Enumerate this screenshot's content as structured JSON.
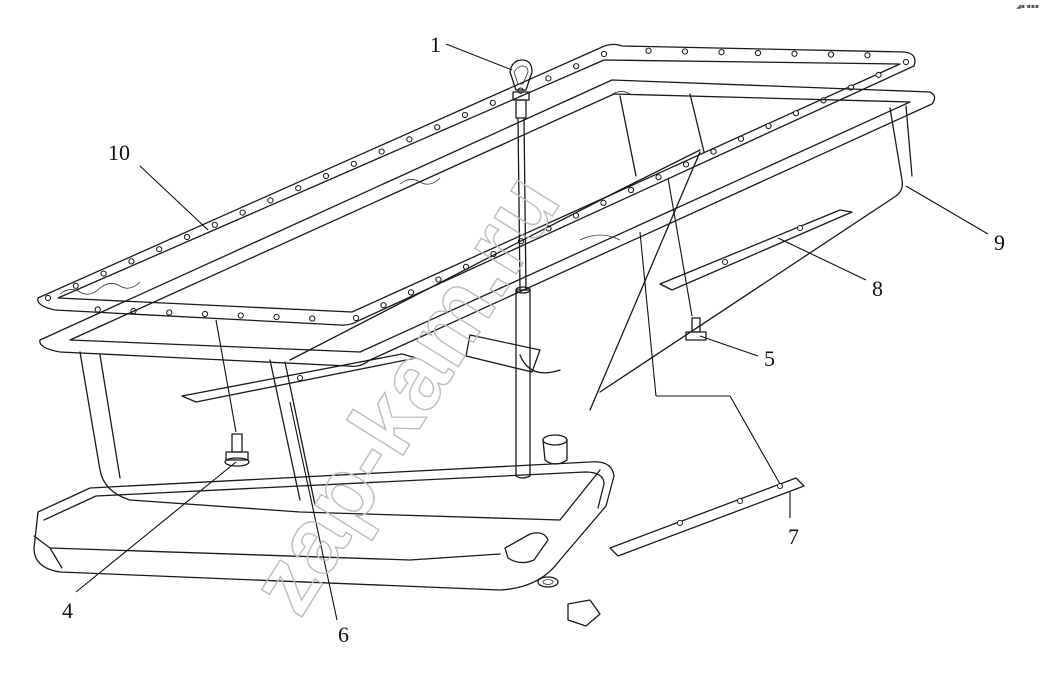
{
  "diagram": {
    "watermark": "zap-kam.ru",
    "corner_mark": "◢▪ ▪▪▪",
    "callouts": [
      {
        "id": "c1",
        "label": "1"
      },
      {
        "id": "c4",
        "label": "4"
      },
      {
        "id": "c5",
        "label": "5"
      },
      {
        "id": "c6",
        "label": "6"
      },
      {
        "id": "c7",
        "label": "7"
      },
      {
        "id": "c8",
        "label": "8"
      },
      {
        "id": "c9",
        "label": "9"
      },
      {
        "id": "c10",
        "label": "10"
      }
    ]
  }
}
